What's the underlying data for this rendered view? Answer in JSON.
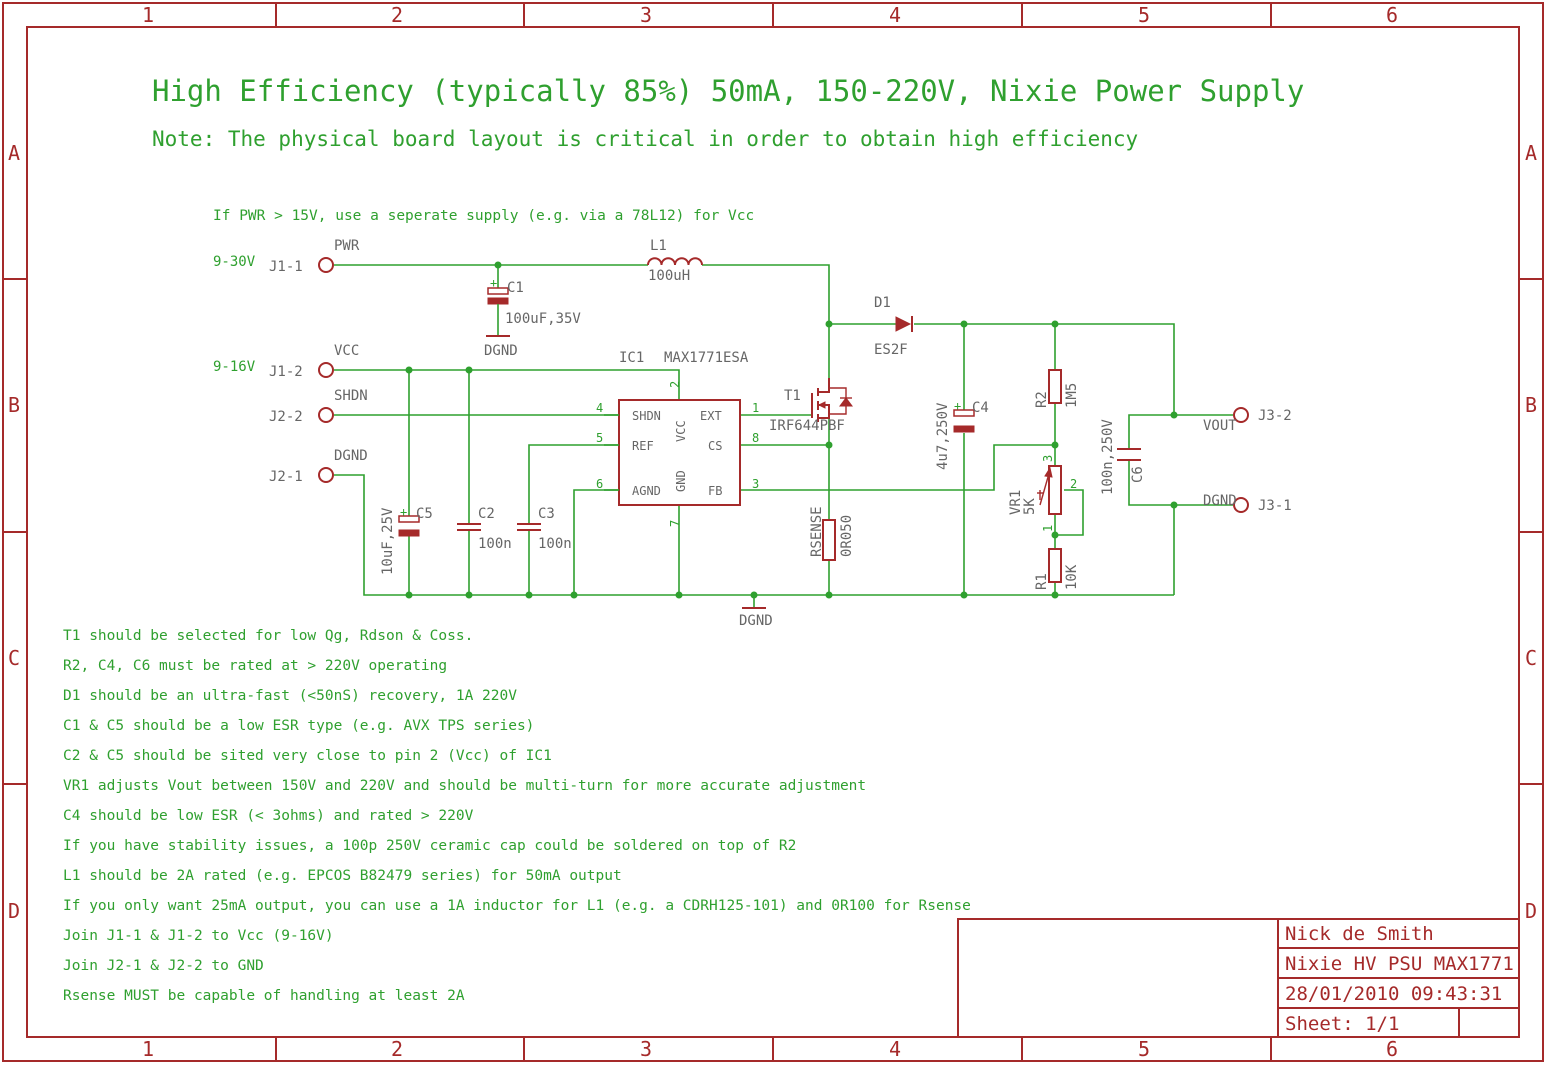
{
  "frame": {
    "columns": [
      "1",
      "2",
      "3",
      "4",
      "5",
      "6"
    ],
    "rows": [
      "A",
      "B",
      "C",
      "D"
    ]
  },
  "title": "High Efficiency (typically 85%) 50mA, 150-220V, Nixie Power Supply",
  "note": "Note: The physical board layout is critical in order to obtain high efficiency",
  "supply_note": "If PWR > 15V, use a seperate supply (e.g. via a 78L12) for Vcc",
  "voltages": {
    "pwr_range": "9-30V",
    "vcc_range": "9-16V"
  },
  "connectors": {
    "j1_1": "J1-1",
    "j1_2": "J1-2",
    "j2_2": "J2-2",
    "j2_1": "J2-1",
    "j3_2": "J3-2",
    "j3_1": "J3-1"
  },
  "nets": {
    "pwr": "PWR",
    "vcc": "VCC",
    "shdn": "SHDN",
    "dgnd": "DGND",
    "vout": "VOUT",
    "dgnd_gnd": "DGND",
    "dgnd_c1": "DGND",
    "dgnd_out": "DGND"
  },
  "parts": {
    "l1_name": "L1",
    "l1_value": "100uH",
    "c1_name": "C1",
    "c1_value": "100uF,35V",
    "d1_name": "D1",
    "d1_value": "ES2F",
    "ic1_name": "IC1",
    "ic1_value": "MAX1771ESA",
    "t1_name": "T1",
    "t1_value": "IRF644PBF",
    "c4_name": "C4",
    "c4_value": "4u7,250V",
    "r2_name": "R2",
    "r2_value": "1M5",
    "vr1_name": "VR1",
    "vr1_value": "5K",
    "r1_name": "R1",
    "r1_value": "10K",
    "c6_name": "C6",
    "c6_value": "100n,250V",
    "c5_name": "C5",
    "c5_value": "10uF,25V",
    "c2_name": "C2",
    "c2_value": "100n",
    "c3_name": "C3",
    "c3_value": "100n",
    "rsense_name": "RSENSE",
    "rsense_value": "0R050"
  },
  "ic_pins": {
    "shdn": "SHDN",
    "ref": "REF",
    "agnd": "AGND",
    "ext": "EXT",
    "cs": "CS",
    "fb": "FB",
    "vcc": "VCC",
    "gnd": "GND",
    "n_vcc": "2",
    "n_shdn": "4",
    "n_ref": "5",
    "n_agnd": "6",
    "n_gnd": "7",
    "n_ext": "1",
    "n_cs": "8",
    "n_fb": "3"
  },
  "vr1_pins": {
    "p1": "1",
    "p2": "2",
    "p3": "3"
  },
  "notes": [
    "T1 should be selected for low Qg, Rdson & Coss.",
    "R2, C4, C6 must be rated at > 220V operating",
    "D1 should be an ultra-fast (<50nS) recovery, 1A 220V",
    "C1 & C5 should be a low ESR type (e.g. AVX TPS series)",
    "C2 & C5 should be sited very close to pin 2 (Vcc) of IC1",
    "VR1 adjusts Vout between 150V and 220V and should be multi-turn for more accurate adjustment",
    "C4 should be low ESR (< 3ohms) and rated > 220V",
    "If you have stability issues, a 100p 250V ceramic cap could be soldered on top of R2",
    "L1 should be 2A rated (e.g. EPCOS B82479 series) for 50mA output",
    "If you only want 25mA output, you can use a 1A inductor for L1 (e.g. a CDRH125-101) and 0R100 for Rsense",
    "Join J1-1 & J1-2 to Vcc (9-16V)",
    "Join J2-1 & J2-2 to GND",
    "Rsense MUST be capable of handling at least 2A"
  ],
  "title_block": {
    "author": "Nick de Smith",
    "project": "Nixie HV PSU MAX1771",
    "datetime": "28/01/2010 09:43:31",
    "sheet": "Sheet: 1/1"
  },
  "colors": {
    "frame": "#a52a2a",
    "wire": "#2fa02f",
    "label": "#666666"
  }
}
